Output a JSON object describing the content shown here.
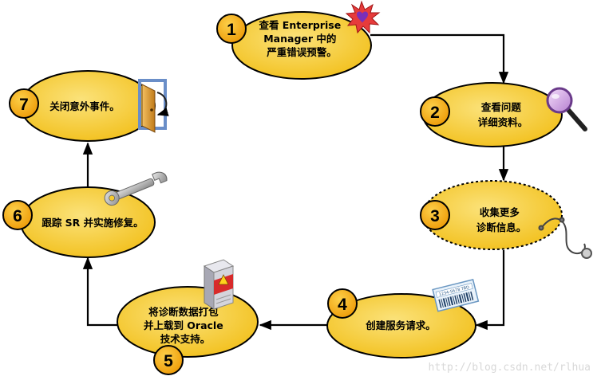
{
  "steps": [
    {
      "number": "1",
      "lines": [
        "查看 Enterprise",
        "Manager 中的",
        "严重错误预警。"
      ],
      "icon": "alert-burst-icon"
    },
    {
      "number": "2",
      "lines": [
        "查看问题",
        "详细资料。"
      ],
      "icon": "magnifier-icon"
    },
    {
      "number": "3",
      "lines": [
        "收集更多",
        "诊断信息。"
      ],
      "icon": "stethoscope-icon"
    },
    {
      "number": "4",
      "lines": [
        "创建服务请求。"
      ],
      "icon": "ticket-icon",
      "icon_label": "1234-5678 TBD"
    },
    {
      "number": "5",
      "lines": [
        "将诊断数据打包",
        "并上载到 Oracle",
        "技术支持。"
      ],
      "icon": "server-warning-icon"
    },
    {
      "number": "6",
      "lines": [
        "跟踪 SR 并实施修复。"
      ],
      "icon": "wrench-icon"
    },
    {
      "number": "7",
      "lines": [
        "关闭意外事件。"
      ],
      "icon": "door-icon"
    }
  ],
  "colors": {
    "bubble_fill": "#f7cb2d",
    "bubble_stroke": "#000000",
    "badge_fill": "#f5a80f",
    "arrow": "#000000"
  },
  "watermark": "http://blog.csdn.net/rlhua"
}
